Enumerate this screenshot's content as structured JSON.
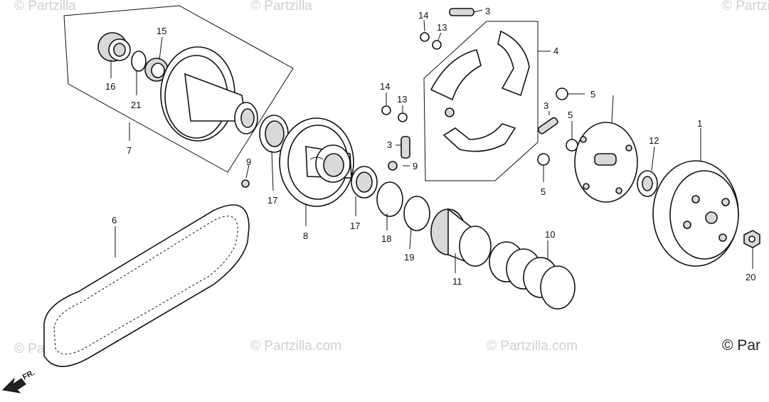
{
  "diagram": {
    "copyright": "© Par",
    "direction_label": "FR.",
    "watermark": "© Partzilla.com",
    "watermark_top": "© Partzilla",
    "callouts": [
      "1",
      "3",
      "3",
      "3",
      "4",
      "5",
      "5",
      "5",
      "6",
      "7",
      "8",
      "9",
      "9",
      "10",
      "11",
      "12",
      "13",
      "13",
      "14",
      "14",
      "15",
      "16",
      "17",
      "17",
      "18",
      "19",
      "20",
      "21"
    ]
  }
}
